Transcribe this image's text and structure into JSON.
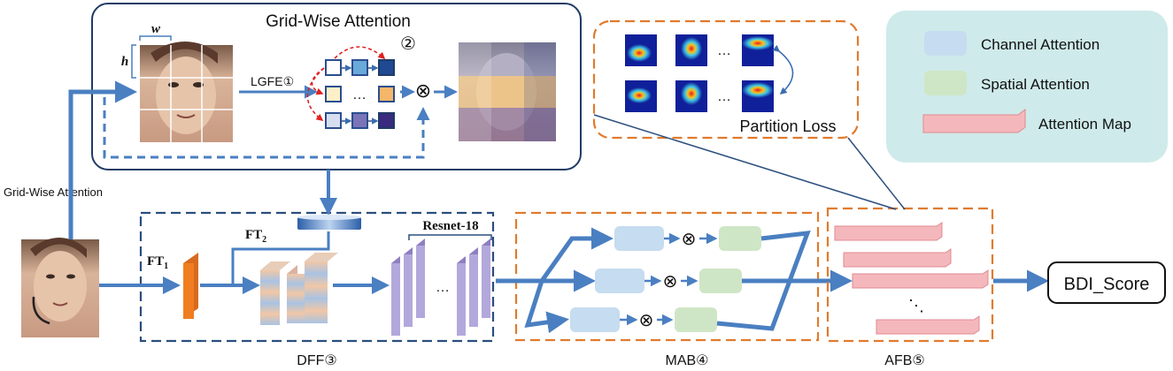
{
  "grid_attention": {
    "title": "Grid-Wise Attention",
    "w_label": "w",
    "h_label": "h",
    "lgfe_label": "LGFE①",
    "step2_label": "②"
  },
  "left": {
    "side_label": "Grid-Wise  Attention"
  },
  "dff": {
    "ft1": "FT",
    "ft1_sub": "1",
    "ft2": "FT",
    "ft2_sub": "2",
    "resnet_label": "Resnet-18",
    "caption": "DFF③"
  },
  "mab": {
    "caption": "MAB④"
  },
  "afb": {
    "caption": "AFB⑤"
  },
  "partition": {
    "label": "Partition Loss"
  },
  "legend": {
    "channel": "Channel Attention",
    "spatial": "Spatial Attention",
    "map": "Attention Map",
    "colors": {
      "channel": "#c6dcf0",
      "spatial": "#cfe6c6",
      "map": "#f4b8bc",
      "bg": "#cfeaea"
    }
  },
  "output": {
    "label": "BDI_Score"
  },
  "symbols": {
    "ellipsis": "…",
    "otimes": "⊗",
    "vdots": "⋱"
  },
  "colors": {
    "arrow": "#4a7fc1",
    "orange_dash": "#e07b2e",
    "navy_dash": "#2b4e7e",
    "grid_box": "#1f3b66"
  }
}
